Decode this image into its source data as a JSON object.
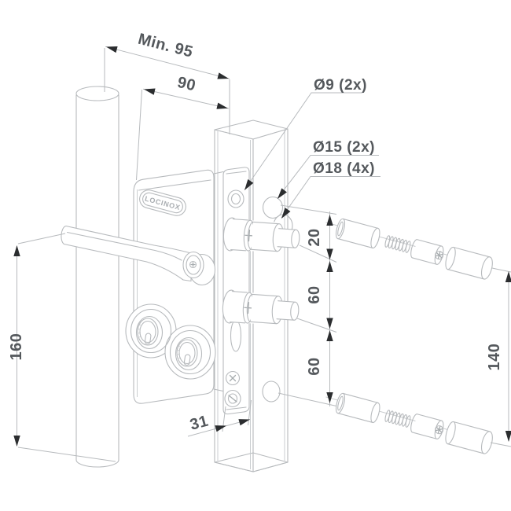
{
  "drawing": {
    "brand_badge": "LOCINOX",
    "dimensions": {
      "min_distance": "Min. 95",
      "lock_width": "90",
      "lock_height": "160",
      "pin_offset": "20",
      "pin_spacing_upper": "60",
      "pin_spacing_lower": "60",
      "bolt_span": "140",
      "backset": "31"
    },
    "hole_labels": {
      "screw_hole": "Ø9 (2x)",
      "pin_hole": "Ø15 (2x)",
      "mount_hole": "Ø18 (4x)"
    },
    "colors": {
      "line": "#b7babd",
      "dimension_text": "#54585c",
      "arrow": "#2b2d2f",
      "background": "#ffffff"
    }
  }
}
